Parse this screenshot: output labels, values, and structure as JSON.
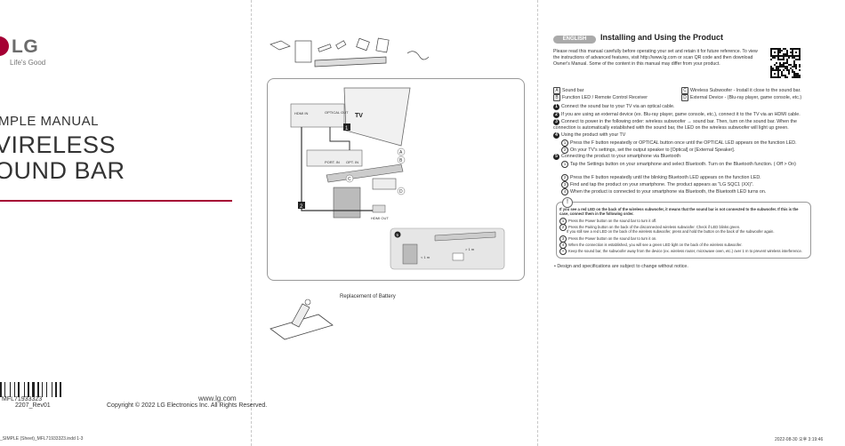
{
  "left_panel": {
    "logo": "LG",
    "tagline": "Life's Good",
    "manual_type": "MPLE MANUAL",
    "title_line1": "VIRELESS",
    "title_line2": "OUND BAR",
    "part_number": "MFL71933323",
    "revision": "2207_Rev01",
    "website": "www.lg.com",
    "copyright": "Copyright © 2022 LG Electronics Inc. All Rights Reserved.",
    "footer": "_SIMPLE (Sheet)_MFL71933323.indd 1-3"
  },
  "middle_panel": {
    "labels": {
      "tv": "TV",
      "hdmi_in": "HDMI IN",
      "optical_out": "OPTICAL OUT",
      "port_in": "PORT. IN",
      "opt_in": "OPT. IN",
      "hdmi_out": "HDMI OUT",
      "step1": "1",
      "step2": "2",
      "step5": "5",
      "distance1": "< 1 m",
      "distance2": "> 1 m"
    },
    "letters": [
      "A",
      "B",
      "C",
      "D"
    ],
    "battery_caption": "Replacement of Battery"
  },
  "right_panel": {
    "language": "ENGLISH",
    "title": "Installing and Using the Product",
    "intro": "Please read this manual carefully before operating your set and retain it for future reference. To view the instructions of advanced features, visit http://www.lg.com or scan QR code and then download Owner's Manual. Some of the content in this manual may differ from your product.",
    "components": [
      {
        "letter": "A",
        "text": "Sound bar"
      },
      {
        "letter": "B",
        "text": "Function LED / Remote Control Receiver"
      },
      {
        "letter": "C",
        "text": "Wireless Subwoofer - Install it close to the sound bar."
      },
      {
        "letter": "D",
        "text": "External Device - (Blu-ray player, game console, etc.)"
      }
    ],
    "steps": [
      {
        "num": "1",
        "text": "Connect the sound bar to your TV via an optical cable."
      },
      {
        "num": "2",
        "text": "If you are using an external device (ex. Blu-ray player, game console, etc.), connect it to the TV via an HDMI cable."
      },
      {
        "num": "3",
        "text": "Connect to power in the following order: wireless subwoofer → sound bar. Then, turn on the sound bar. When the connection is automatically established with the sound bar, the LED on the wireless subwoofer will light up green."
      },
      {
        "num": "4",
        "text": "Using the product with your TV"
      },
      {
        "num": "5",
        "text": "Connecting the product to your smartphone via Bluetooth"
      }
    ],
    "step4_sub": [
      {
        "n": "1",
        "text": "Press the F button repeatedly or OPTICAL button once until the OPTICAL LED appears on the function LED."
      },
      {
        "n": "2",
        "text": "On your TV's settings, set the output speaker to [Optical] or [External Speaker]."
      }
    ],
    "step5_sub": [
      {
        "n": "1",
        "text": "Tap the Settings button on your smartphone and select Bluetooth. Turn on the Bluetooth function. ( Off > On)"
      },
      {
        "n": "2",
        "text": "Press the F button repeatedly until the blinking Bluetooth LED appears on the function LED."
      },
      {
        "n": "3",
        "text": "Find and tap the product on your smartphone. The product appears as \"LG SQC1 (XX)\"."
      },
      {
        "n": "4",
        "text": "When the product is connected to your smartphone via Bluetooth, the Bluetooth LED turns on."
      }
    ],
    "note_intro": "If you see a red LED on the back of the wireless subwoofer, it means that the sound bar is not connected to the subwoofer. If this is the case, connect them in the following order.",
    "note_items": [
      {
        "n": "1",
        "text": "Press the Power button on the sound bar to turn it off."
      },
      {
        "n": "2",
        "text": "Press the Pairing button on the back of the disconnected wireless subwoofer. Check if LED blinks green."
      },
      {
        "n": "",
        "text": "If you still see a red LED on the back of the wireless subwoofer, press and hold the button on the back of the subwoofer again."
      },
      {
        "n": "3",
        "text": "Press the Power button on the sound bar to turn it on."
      },
      {
        "n": "4",
        "text": "When the connection is established, you will see a green LED light on the back of the wireless subwoofer."
      },
      {
        "n": "•",
        "text": "Keep the sound bar, the subwoofer away from the device (ex. wireless router, microwave oven, etc.) over 1 m to prevent wireless interference."
      }
    ],
    "bullet": "Design and specifications are subject to change without notice.",
    "footer_date": "2022-08-30 오후 3:19:46"
  }
}
